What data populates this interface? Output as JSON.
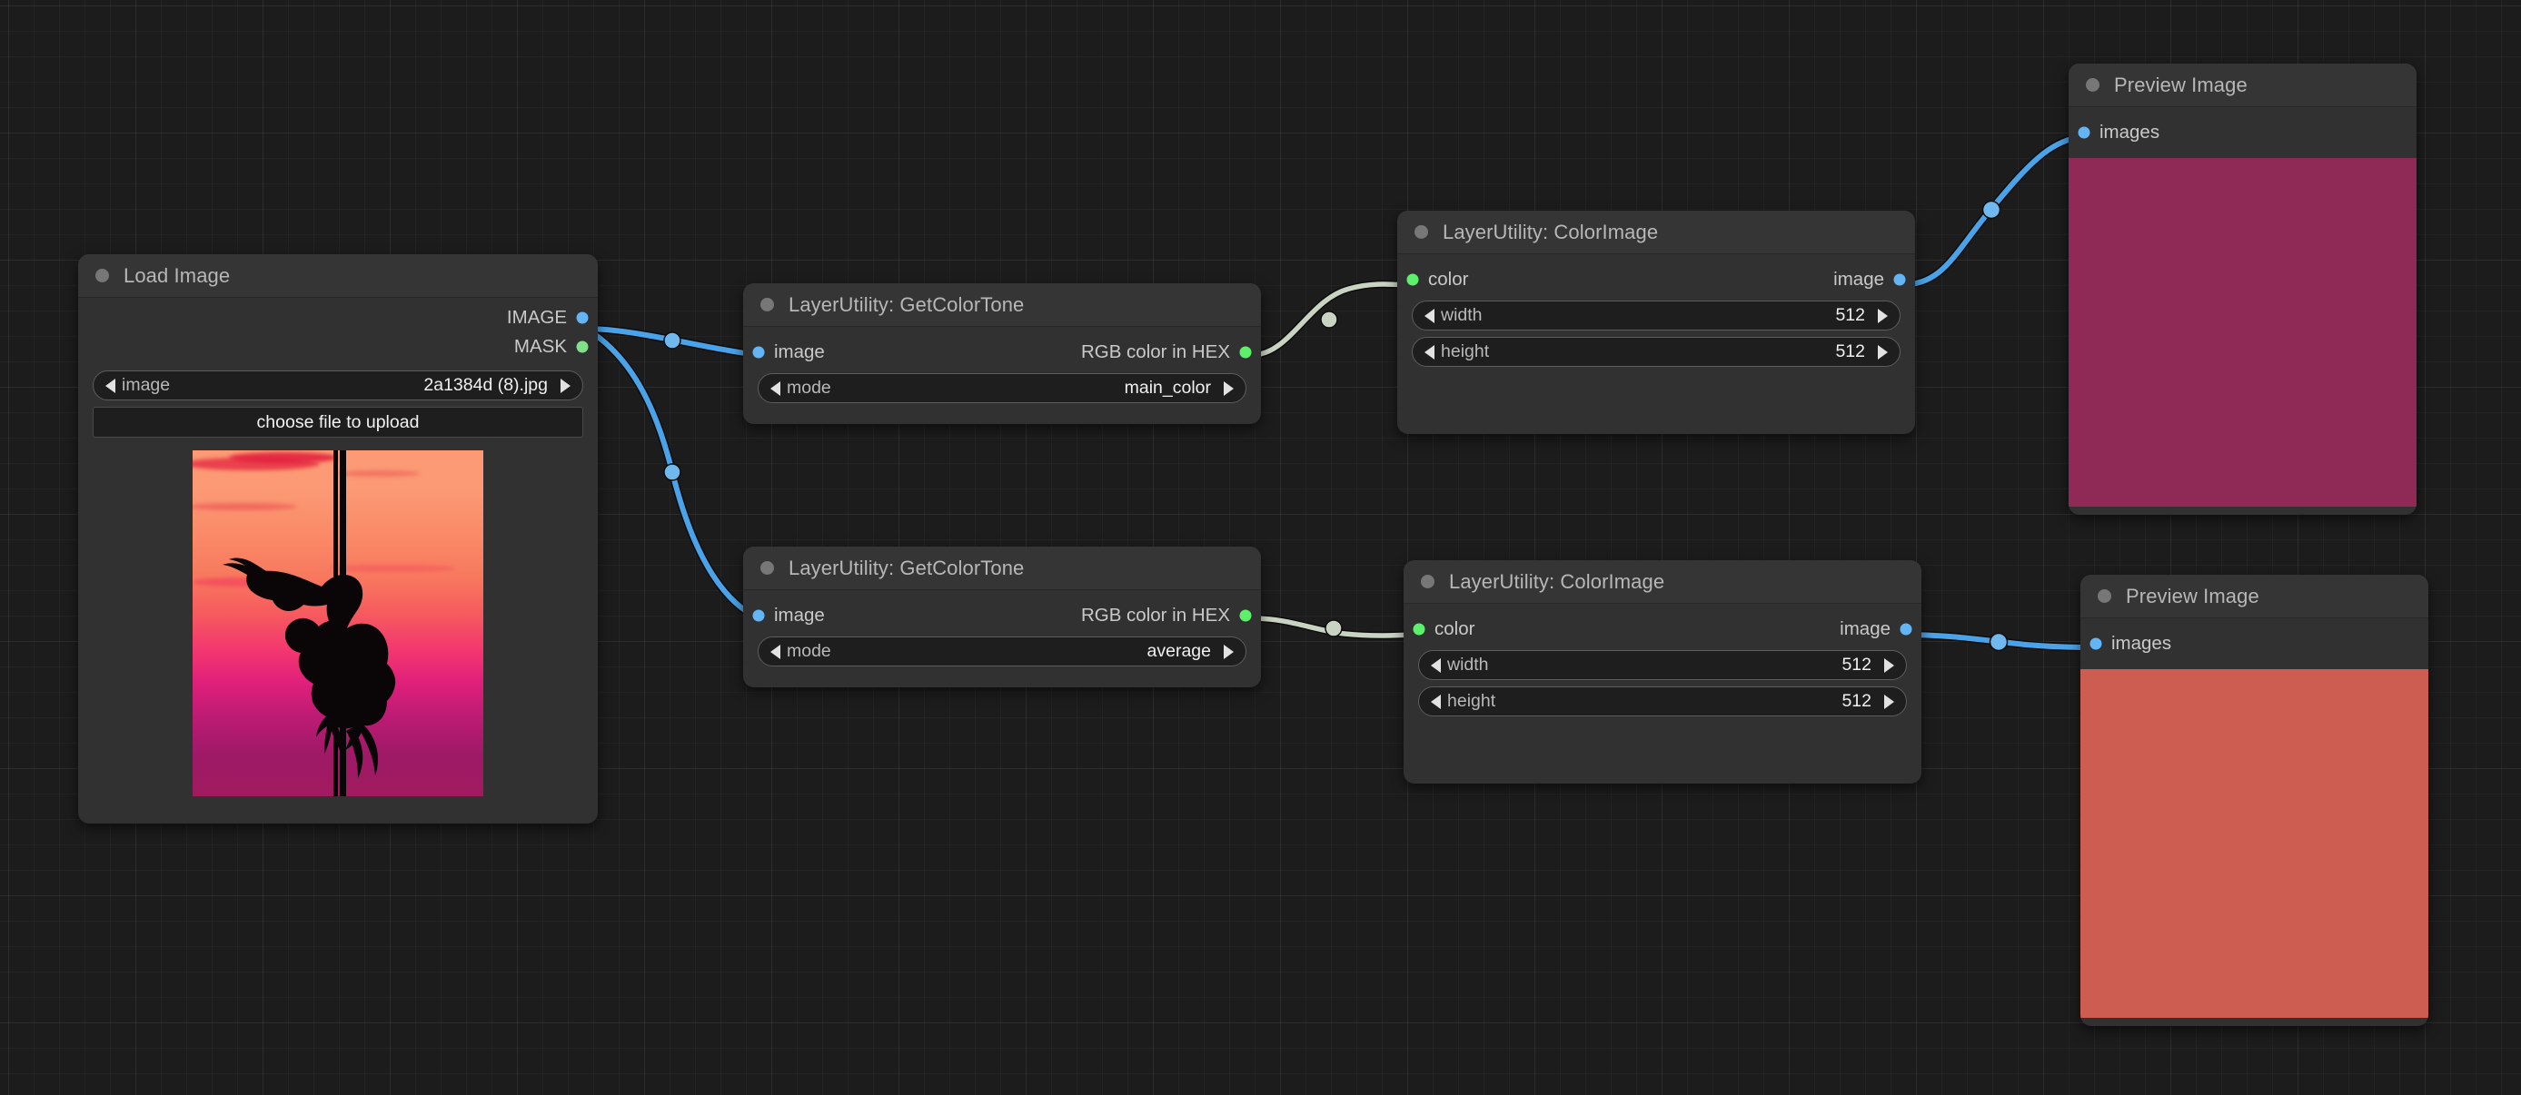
{
  "app": {
    "name": "ComfyUI node graph canvas"
  },
  "canvas": {
    "background": "#1c1c1c",
    "grid_minor": "#232323",
    "grid_major": "#272727"
  },
  "link_colors": {
    "image": "#4aa3e8",
    "string": "#c9d3c2",
    "mask": "#82e08b"
  },
  "nodes": [
    {
      "id": "load-image",
      "title": "Load Image",
      "outputs": [
        {
          "label": "IMAGE",
          "type": "image"
        },
        {
          "label": "MASK",
          "type": "mask"
        }
      ],
      "widgets": [
        {
          "name": "image",
          "value": "2a1384d (8).jpg",
          "kind": "combo"
        }
      ],
      "button": "choose file to upload",
      "thumbnail": {
        "alt": "pole dancer silhouette against sunset sky",
        "top_color": "#fb9a74",
        "mid_color": "#f33670",
        "bottom_color": "#a01b5e"
      }
    },
    {
      "id": "getcolortone-main",
      "title": "LayerUtility: GetColorTone",
      "inputs": [
        {
          "label": "image",
          "type": "image"
        }
      ],
      "outputs": [
        {
          "label": "RGB color in HEX",
          "type": "string"
        }
      ],
      "widgets": [
        {
          "name": "mode",
          "value": "main_color",
          "kind": "combo"
        }
      ]
    },
    {
      "id": "getcolortone-average",
      "title": "LayerUtility: GetColorTone",
      "inputs": [
        {
          "label": "image",
          "type": "image"
        }
      ],
      "outputs": [
        {
          "label": "RGB color in HEX",
          "type": "string"
        }
      ],
      "widgets": [
        {
          "name": "mode",
          "value": "average",
          "kind": "combo"
        }
      ]
    },
    {
      "id": "colorimage-top",
      "title": "LayerUtility: ColorImage",
      "inputs": [
        {
          "label": "color",
          "type": "string"
        }
      ],
      "outputs": [
        {
          "label": "image",
          "type": "image"
        }
      ],
      "widgets": [
        {
          "name": "width",
          "value": "512",
          "kind": "number"
        },
        {
          "name": "height",
          "value": "512",
          "kind": "number"
        }
      ]
    },
    {
      "id": "colorimage-bottom",
      "title": "LayerUtility: ColorImage",
      "inputs": [
        {
          "label": "color",
          "type": "string"
        }
      ],
      "outputs": [
        {
          "label": "image",
          "type": "image"
        }
      ],
      "widgets": [
        {
          "name": "width",
          "value": "512",
          "kind": "number"
        },
        {
          "name": "height",
          "value": "512",
          "kind": "number"
        }
      ]
    },
    {
      "id": "preview-top",
      "title": "Preview Image",
      "inputs": [
        {
          "label": "images",
          "type": "image"
        }
      ],
      "preview_color": "#8f2a57"
    },
    {
      "id": "preview-bottom",
      "title": "Preview Image",
      "inputs": [
        {
          "label": "images",
          "type": "image"
        }
      ],
      "preview_color": "#cd5c51"
    }
  ],
  "labels": {
    "load_image_title": "Load Image",
    "load_image_out_image": "IMAGE",
    "load_image_out_mask": "MASK",
    "load_image_widget_name": "image",
    "load_image_widget_value": "2a1384d (8).jpg",
    "load_image_button": "choose file to upload",
    "gct1_title": "LayerUtility: GetColorTone",
    "gct1_in": "image",
    "gct1_out": "RGB color in HEX",
    "gct1_widget_name": "mode",
    "gct1_widget_value": "main_color",
    "gct2_title": "LayerUtility: GetColorTone",
    "gct2_in": "image",
    "gct2_out": "RGB color in HEX",
    "gct2_widget_name": "mode",
    "gct2_widget_value": "average",
    "ci1_title": "LayerUtility: ColorImage",
    "ci1_in": "color",
    "ci1_out": "image",
    "ci1_width_name": "width",
    "ci1_width_value": "512",
    "ci1_height_name": "height",
    "ci1_height_value": "512",
    "ci2_title": "LayerUtility: ColorImage",
    "ci2_in": "color",
    "ci2_out": "image",
    "ci2_width_name": "width",
    "ci2_width_value": "512",
    "ci2_height_name": "height",
    "ci2_height_value": "512",
    "pv1_title": "Preview Image",
    "pv1_in": "images",
    "pv2_title": "Preview Image",
    "pv2_in": "images"
  }
}
